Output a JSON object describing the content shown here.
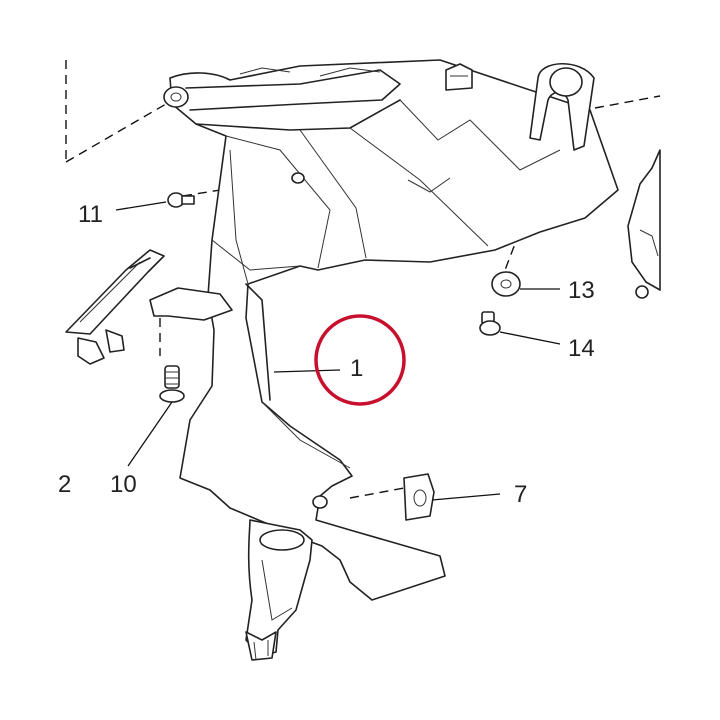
{
  "callouts": {
    "part_1": "1",
    "part_2": "2",
    "part_7": "7",
    "part_10": "10",
    "part_11": "11",
    "part_13": "13",
    "part_14": "14"
  },
  "highlight_color": "#c8102e"
}
